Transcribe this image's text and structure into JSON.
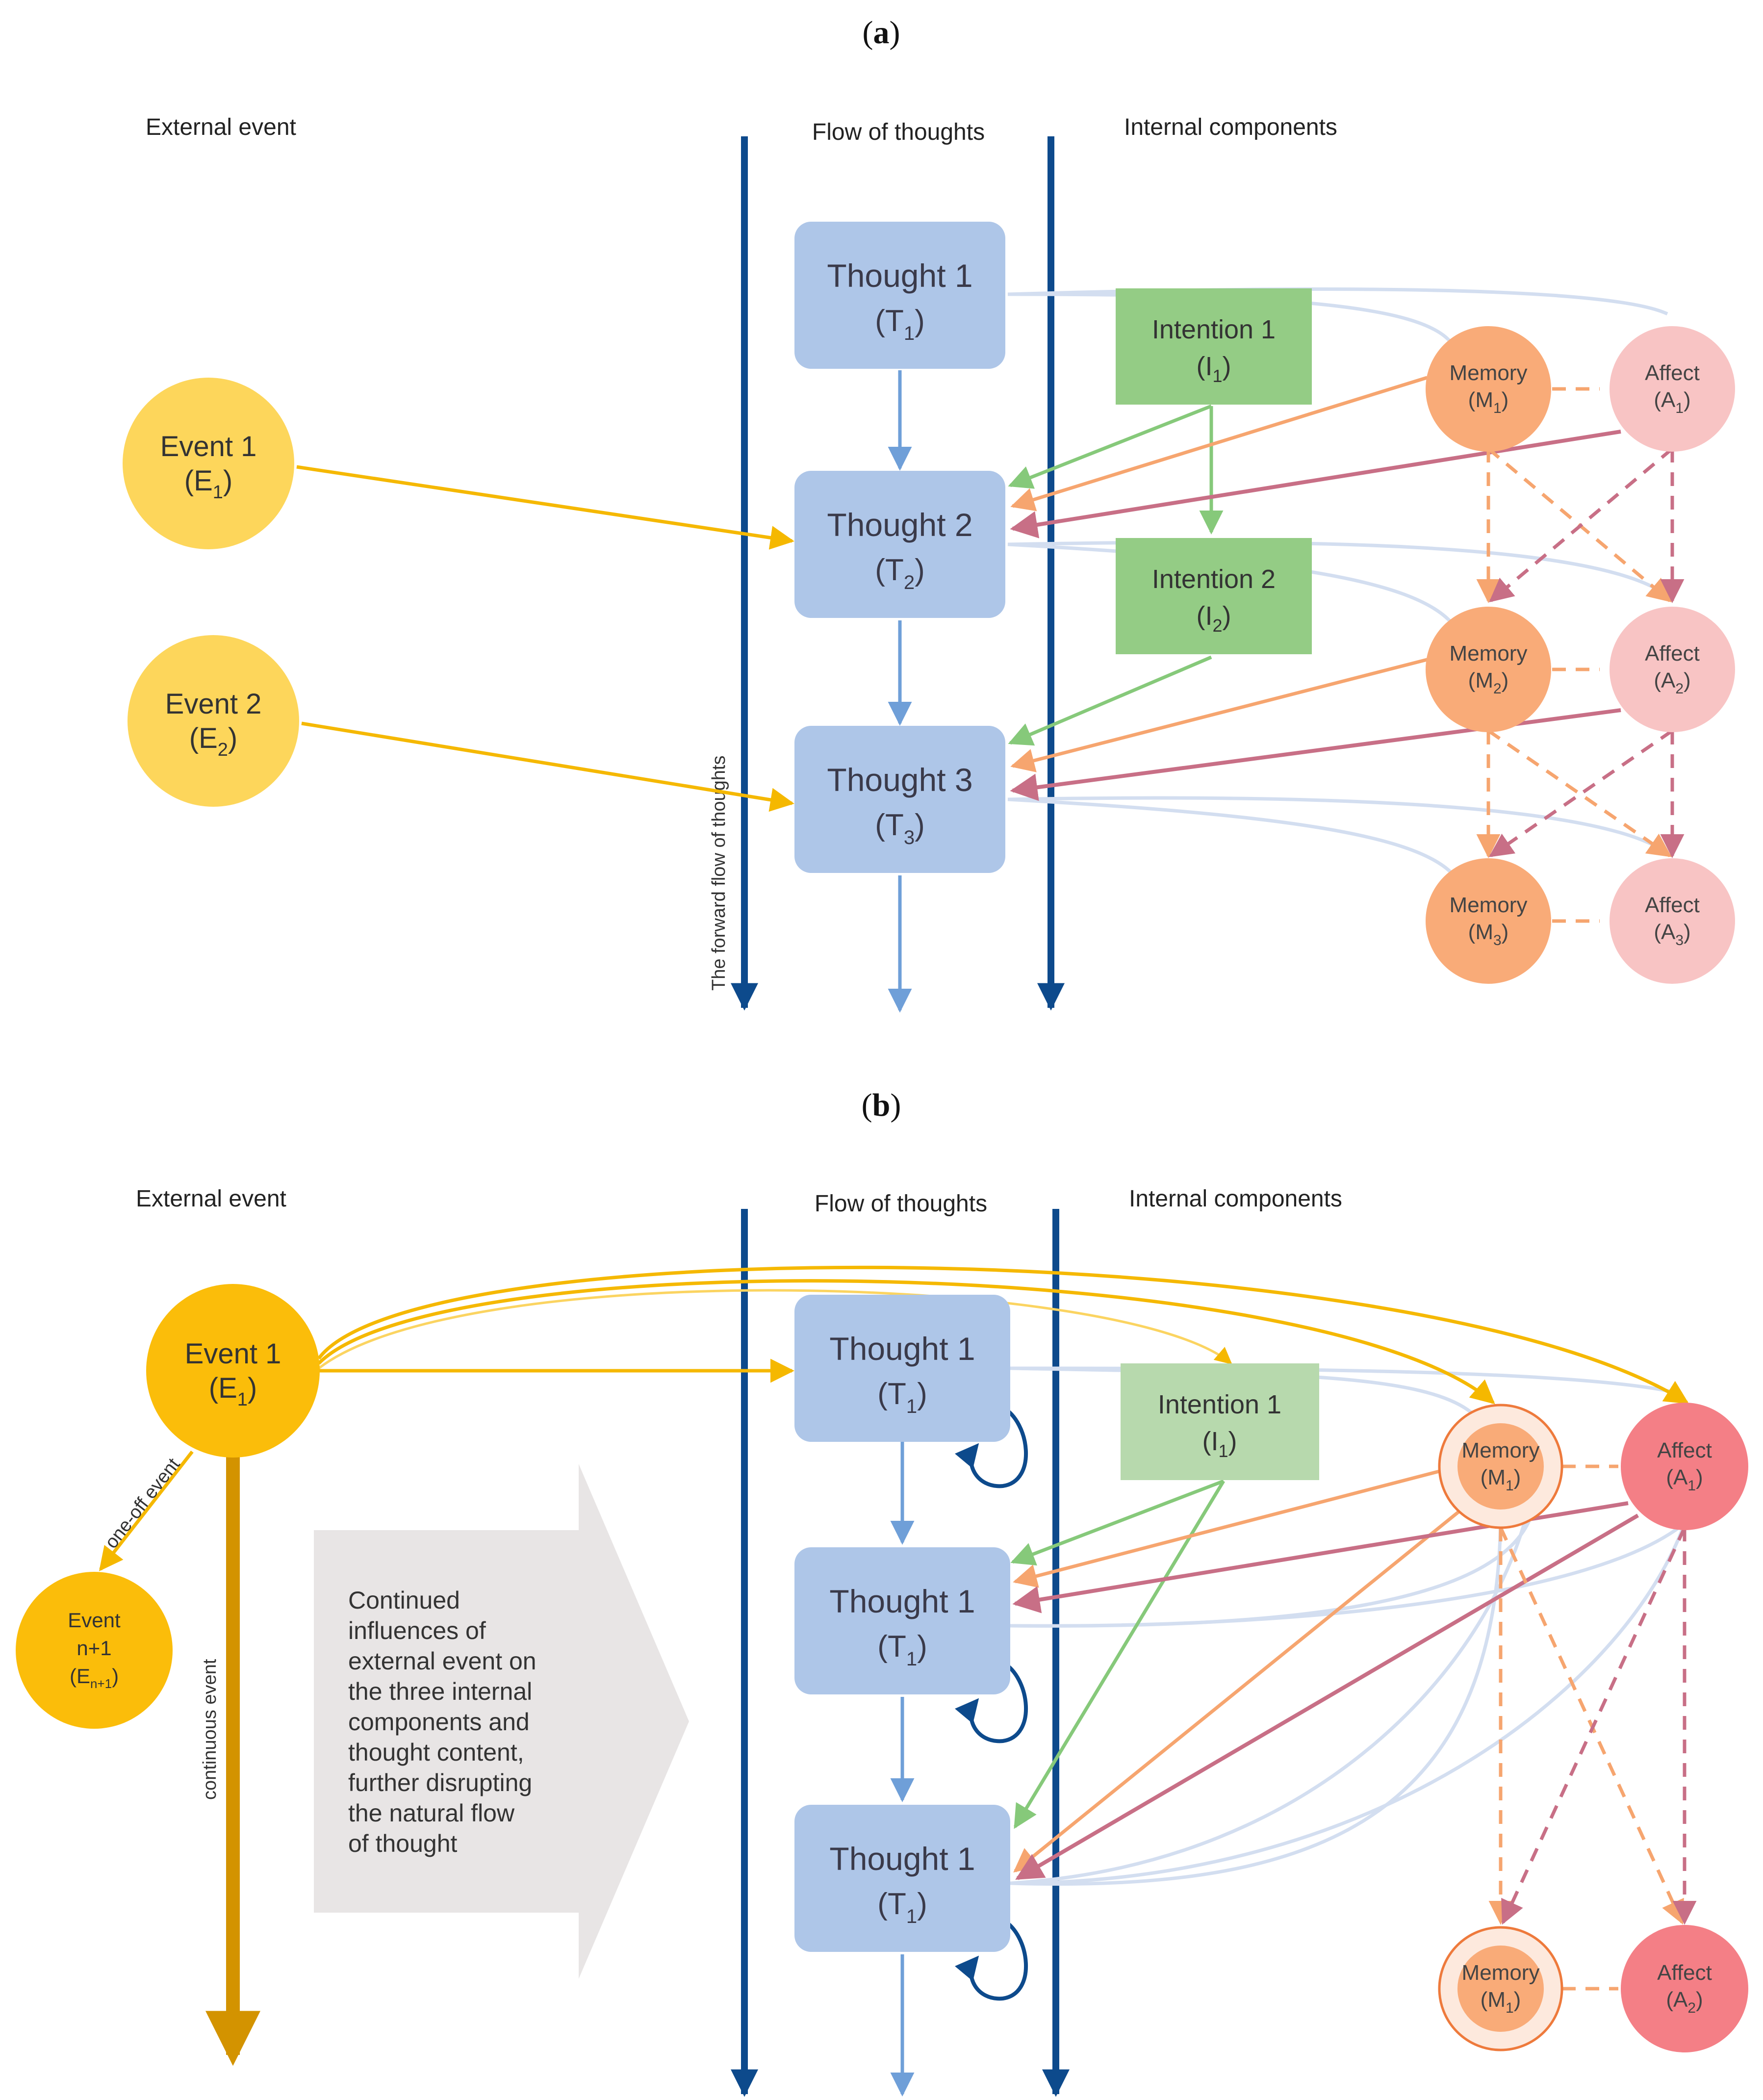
{
  "panel_a": {
    "label_open": "(",
    "label_letter": "a",
    "label_close": ")",
    "headers": {
      "external": "External event",
      "flow": "Flow of thoughts",
      "internal": "Internal components"
    },
    "axis_label": "The forward flow of thoughts",
    "thoughts": [
      {
        "title": "Thought 1",
        "sym": "T",
        "sub": "1"
      },
      {
        "title": "Thought 2",
        "sym": "T",
        "sub": "2"
      },
      {
        "title": "Thought 3",
        "sym": "T",
        "sub": "3"
      }
    ],
    "events": [
      {
        "title": "Event 1",
        "sym": "E",
        "sub": "1"
      },
      {
        "title": "Event 2",
        "sym": "E",
        "sub": "2"
      }
    ],
    "intentions": [
      {
        "title": "Intention 1",
        "sym": "I",
        "sub": "1"
      },
      {
        "title": "Intention 2",
        "sym": "I",
        "sub": "2"
      }
    ],
    "memories": [
      {
        "title": "Memory",
        "sym": "M",
        "sub": "1"
      },
      {
        "title": "Memory",
        "sym": "M",
        "sub": "2"
      },
      {
        "title": "Memory",
        "sym": "M",
        "sub": "3"
      }
    ],
    "affects": [
      {
        "title": "Affect",
        "sym": "A",
        "sub": "1"
      },
      {
        "title": "Affect",
        "sym": "A",
        "sub": "2"
      },
      {
        "title": "Affect",
        "sym": "A",
        "sub": "3"
      }
    ]
  },
  "panel_b": {
    "label_open": "(",
    "label_letter": "b",
    "label_close": ")",
    "headers": {
      "external": "External event",
      "flow": "Flow of thoughts",
      "internal": "Internal components"
    },
    "event": {
      "title": "Event 1",
      "sym": "E",
      "sub": "1"
    },
    "event_n": {
      "line1": "Event",
      "line2": "n+1",
      "sym": "E",
      "sub": "n+1"
    },
    "one_off": "one-off event",
    "continuous": "continuous event",
    "note_lines": [
      "Continued",
      "influences of",
      "external event on",
      "the three internal",
      "components and",
      "thought content,",
      "further disrupting",
      "the natural flow",
      "of thought"
    ],
    "thoughts": [
      {
        "title": "Thought 1",
        "sym": "T",
        "sub": "1"
      },
      {
        "title": "Thought 1",
        "sym": "T",
        "sub": "1"
      },
      {
        "title": "Thought 1",
        "sym": "T",
        "sub": "1"
      }
    ],
    "intention": {
      "title": "Intention 1",
      "sym": "I",
      "sub": "1"
    },
    "memories": [
      {
        "title": "Memory",
        "sym": "M",
        "sub": "1"
      },
      {
        "title": "Memory",
        "sym": "M",
        "sub": "1"
      }
    ],
    "affects": [
      {
        "title": "Affect",
        "sym": "A",
        "sub": "1"
      },
      {
        "title": "Affect",
        "sym": "A",
        "sub": "2"
      }
    ]
  },
  "colors": {
    "axis": "#0d4a8c",
    "thought": "#aec6e8",
    "thought_arrow": "#6f9fd8",
    "event": "#fdd65b",
    "event_strong": "#fbbd0a",
    "event_arrow": "#f5b800",
    "intention": "#94cc85",
    "intention_light": "#b7d9ad",
    "intention_arrow": "#86c97a",
    "memory": "#f9ab78",
    "memory_arrow": "#f6a56f",
    "affect_light": "#f8c4c4",
    "affect_strong": "#f47f86",
    "affect_arrow": "#c86f86",
    "link": "#d3def0",
    "note_arrow": "#e8e5e5",
    "continuous": "#d39300"
  }
}
